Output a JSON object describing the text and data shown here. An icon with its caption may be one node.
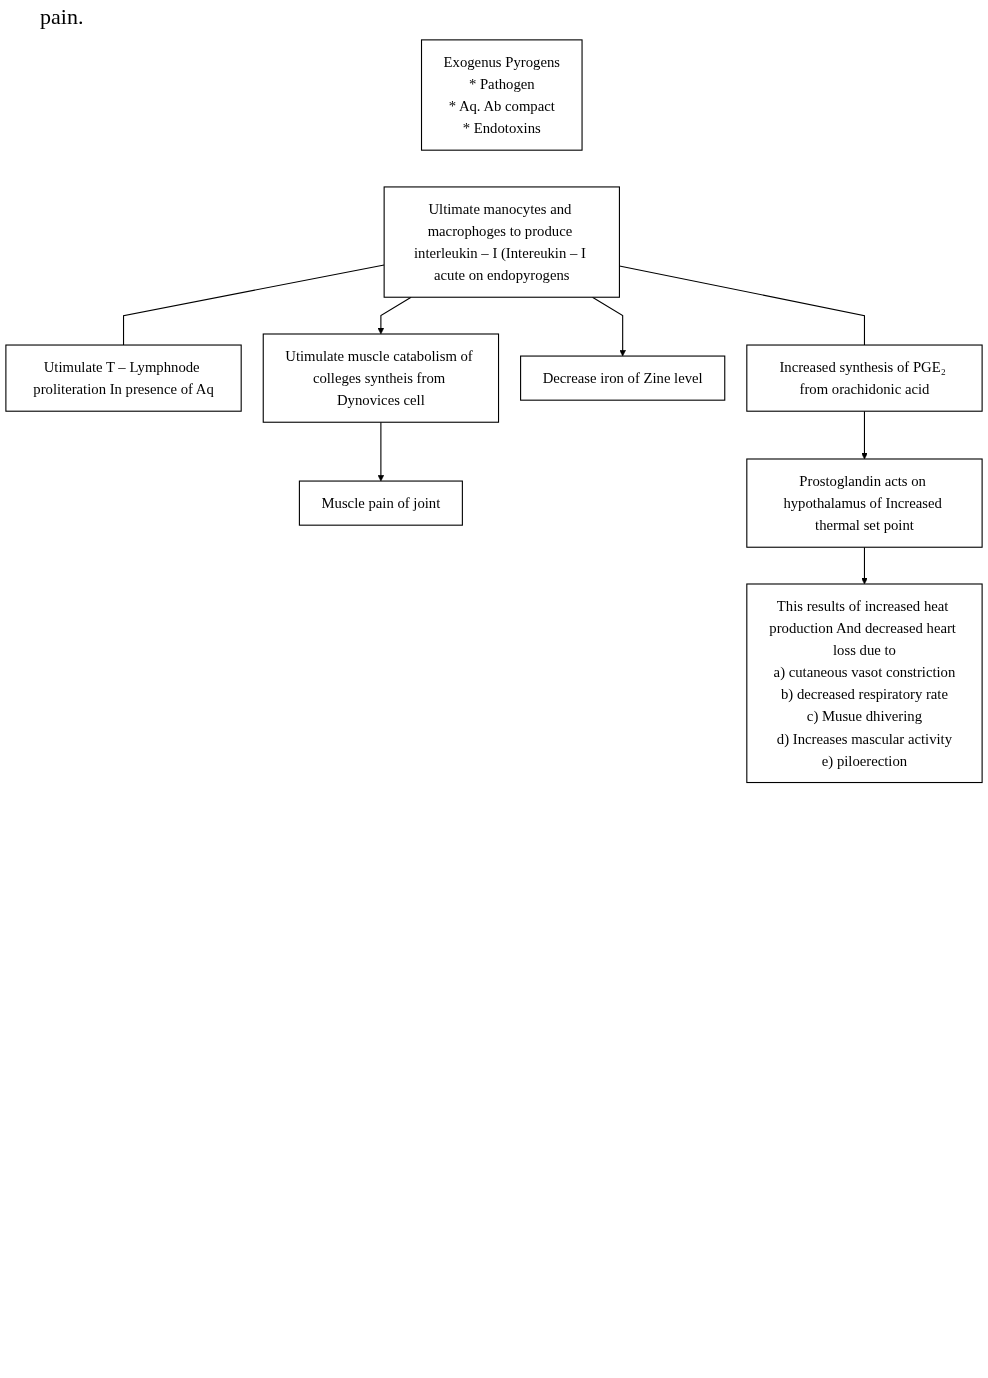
{
  "diagram": {
    "nodes": [
      {
        "text": [
          "Exogenus Pyrogens",
          "* Pathogen",
          "* Aq. Ab compact",
          "* Endotoxins"
        ]
      },
      {
        "text": [
          "Ultimate manocytes and macrophoges to produce interleukin – I (Intereukin – I acute on endopyrogens"
        ]
      },
      {
        "text": [
          "Utimulate T – Lymphnode proliteration In presence of Aq"
        ]
      },
      {
        "text": [
          "Increased synthesis of PGE₂ from orachidonic acid"
        ]
      },
      {
        "text": [
          "Decrease iron of Zine level"
        ]
      },
      {
        "text": [
          "Utimulate muscle catabolism of colleges syntheis from Dynovices cell"
        ]
      },
      {
        "text": [
          "Muscle pain of joint"
        ]
      },
      {
        "text": [
          "Prostoglandin acts on hypothalamus of Increased thermal set point"
        ]
      },
      {
        "text": [
          "This results of increased heat production And decreased heart loss due to",
          "a) cutaneous vasot constriction",
          "b) decreased respiratory rate",
          "c) Musue dhivering",
          "d) Increases mascular activity",
          "e) piloerection"
        ]
      }
    ],
    "edges": [
      {
        "from": 1,
        "to": 2,
        "arrow": "none"
      },
      {
        "from": 1,
        "to": 3,
        "arrow": "none"
      },
      {
        "from": 1,
        "to": 4,
        "arrow": "to"
      },
      {
        "from": 1,
        "to": 5,
        "arrow": "to"
      },
      {
        "from": 5,
        "to": 6,
        "arrow": "to"
      },
      {
        "from": 3,
        "to": 7,
        "arrow": "to"
      },
      {
        "from": 7,
        "to": 8,
        "arrow": "to"
      }
    ],
    "labels": [
      "pain."
    ]
  }
}
